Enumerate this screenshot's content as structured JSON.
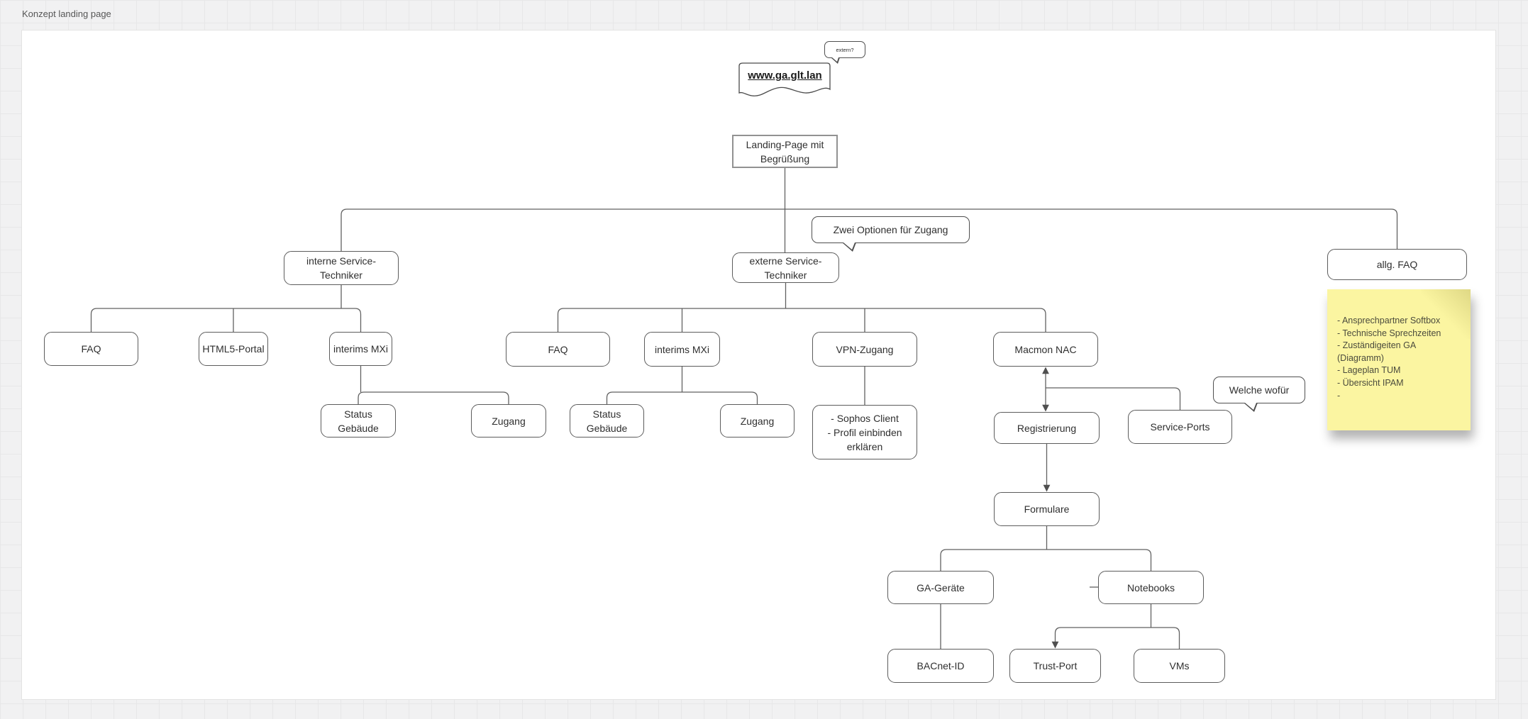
{
  "title": "Konzept landing page",
  "colors": {
    "page_bg": "#F1F1F2",
    "canvas_bg": "#FFFFFF",
    "shape_border": "#5C5C5C",
    "shape_text": "#2F2F2F",
    "edge": "#616161",
    "note_bg": "#FBF5A1"
  },
  "bubbles": {
    "extern": "extern?",
    "zwei": "Zwei Optionen für Zugang",
    "welche": "Welche wofür"
  },
  "nodes": {
    "url": "www.ga.glt.lan",
    "landing": "Landing-Page mit Begrüßung",
    "interne": "interne Service-Techniker",
    "externe": "externe Service-Techniker",
    "allg_faq": "allg. FAQ",
    "faq_intern": "FAQ",
    "html5_portal": "HTML5-Portal",
    "interims_mxi_1": "interims MXi",
    "faq_extern": "FAQ",
    "interims_mxi_2": "interims MXi",
    "vpn": "VPN-Zugang",
    "macmon": "Macmon NAC",
    "status_gebaeude_1": "Status Gebäude",
    "zugang_1": "Zugang",
    "status_gebaeude_2": "Status Gebäude",
    "zugang_2": "Zugang",
    "sophos_lines": [
      "- Sophos Client",
      "- Profil einbinden",
      "erklären"
    ],
    "registrierung": "Registrierung",
    "service_ports": "Service-Ports",
    "formulare": "Formulare",
    "ga_geraete": "GA-Geräte",
    "notebooks": "Notebooks",
    "bacnet_id": "BACnet-ID",
    "trust_port": "Trust-Port",
    "vms": "VMs"
  },
  "note": {
    "lines": [
      "- Ansprechpartner Softbox",
      "- Technische Sprechzeiten",
      "- Zuständigeiten GA",
      "(Diagramm)",
      "- Lageplan TUM",
      "- Übersicht IPAM",
      "-"
    ]
  }
}
